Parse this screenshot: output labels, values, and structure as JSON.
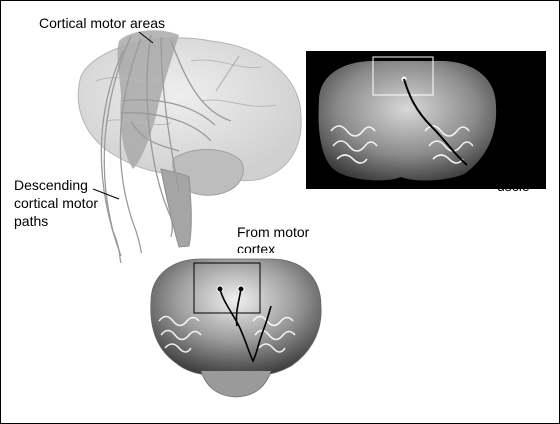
{
  "labels": {
    "cortical_motor_areas": "Cortical motor areas",
    "descending_paths": [
      "Descending",
      "cortical motor",
      "paths"
    ],
    "from_motor_cortex": [
      "From motor",
      "cortex"
    ],
    "muscle": "uscle"
  },
  "colors": {
    "ink": "#000000",
    "background": "#ffffff",
    "brain_fill": "#d6d6d6",
    "motor_area_fill": "#a9a9a9",
    "pathway_stroke": "#9a9a9a",
    "mri_background": "#000000"
  }
}
